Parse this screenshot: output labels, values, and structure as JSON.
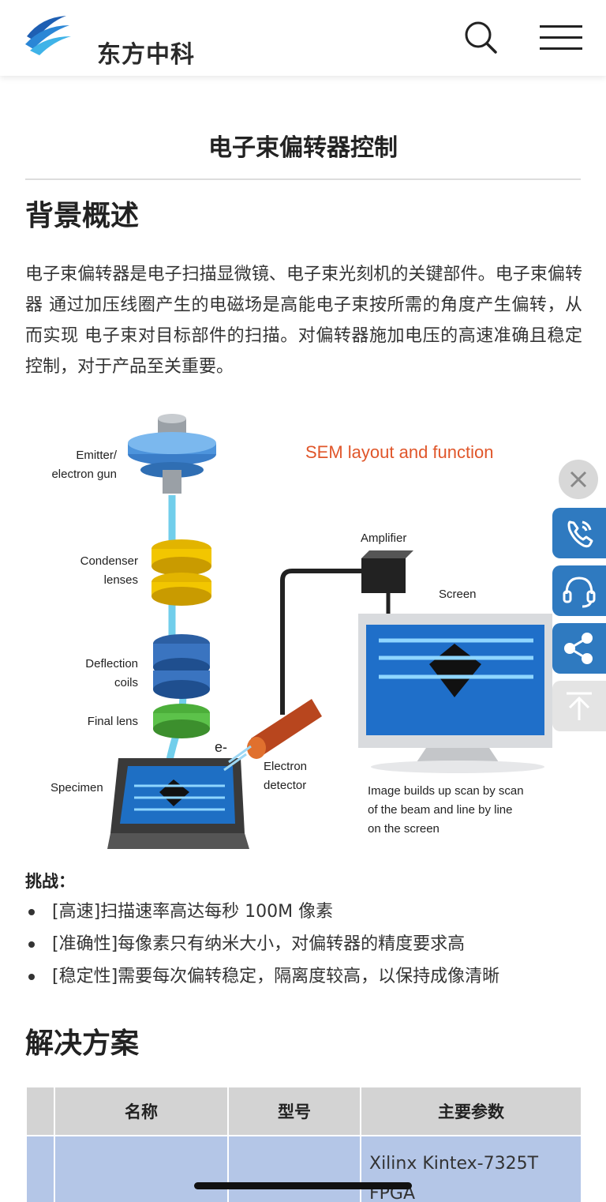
{
  "header": {
    "brand": "东方中科",
    "search_icon": "search-icon",
    "menu_icon": "hamburger-menu-icon"
  },
  "page": {
    "title": "电子束偏转器控制",
    "background_heading": "背景概述",
    "background_text": "电子束偏转器是电子扫描显微镜、电子束光刻机的关键部件。电子束偏转器 通过加压线圈产生的电磁场是高能电子束按所需的角度产生偏转，从而实现 电子束对目标部件的扫描。对偏转器施加电压的高速准确且稳定控制，对于产品至关重要。",
    "challenge_label": "挑战：",
    "challenges": [
      "[高速]扫描速率高达每秒 100M 像素",
      "[准确性]每像素只有纳米大小，对偏转器的精度要求高",
      "[稳定性]需要每次偏转稳定，隔离度较高，以保持成像清晰"
    ],
    "solution_heading": "解决方案"
  },
  "figure": {
    "title": "SEM layout and function",
    "labels": {
      "emitter_1": "Emitter/",
      "emitter_2": "electron gun",
      "condenser_1": "Condenser",
      "condenser_2": "lenses",
      "deflection_1": "Deflection",
      "deflection_2": "coils",
      "final_lens": "Final lens",
      "eminus": "e-",
      "specimen": "Specimen",
      "detector_1": "Electron",
      "detector_2": "detector",
      "amplifier": "Amplifier",
      "screen": "Screen",
      "caption_1": "Image builds up scan by scan",
      "caption_2": "of the beam and line by line",
      "caption_3": "on the screen"
    }
  },
  "table": {
    "headers": [
      "",
      "名称",
      "型号",
      "主要参数"
    ],
    "rows": [
      [
        "",
        "",
        "",
        "Xilinx Kintex-7325T FPGA"
      ]
    ]
  },
  "side": {
    "close_icon": "close-icon",
    "phone_icon": "phone-icon",
    "headset_icon": "headset-icon",
    "share_icon": "share-icon",
    "top_icon": "back-to-top-icon"
  },
  "colors": {
    "accent_blue": "#2f7ac0",
    "table_header": "#d3d3d3",
    "table_row": "#b4c6e7",
    "figure_title": "#e0562a"
  }
}
